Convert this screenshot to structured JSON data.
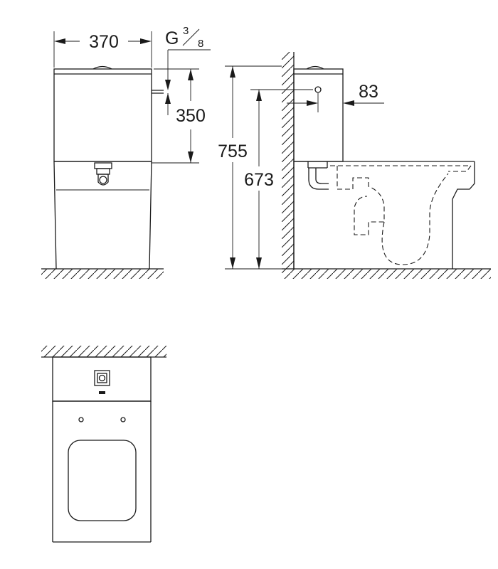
{
  "dimensions": {
    "width": "370",
    "connection_prefix": "G",
    "connection_numerator": "3",
    "connection_denominator": "8",
    "cistern_height": "350",
    "total_height": "755",
    "seat_height": "673",
    "inlet_offset": "83"
  }
}
